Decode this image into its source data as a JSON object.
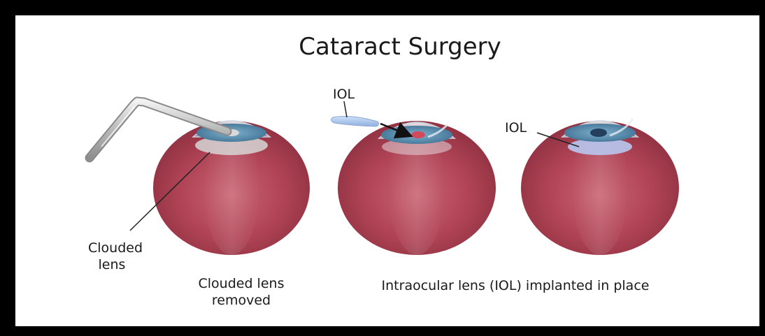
{
  "title": "Cataract Surgery",
  "labels": {
    "clouded_lens_line1": "Clouded",
    "clouded_lens_line2": "lens",
    "removed_line1": "Clouded lens",
    "removed_line2": "removed",
    "iol_insert": "IOL",
    "iol_in_place": "IOL",
    "implanted_caption": "Intraocular lens (IOL) implanted in place"
  },
  "colors": {
    "background": "#ffffff",
    "frame": "#000000",
    "eyeball": "#b8485a",
    "iris": "#4f86a8",
    "lens_clouded": "#d9d9d9",
    "iol": "#a9c2ea",
    "pupil_red": "#d24a5c"
  },
  "icons": [
    "surgical-probe-icon",
    "eyeball-icon",
    "intraocular-lens-icon",
    "arrow-icon"
  ]
}
